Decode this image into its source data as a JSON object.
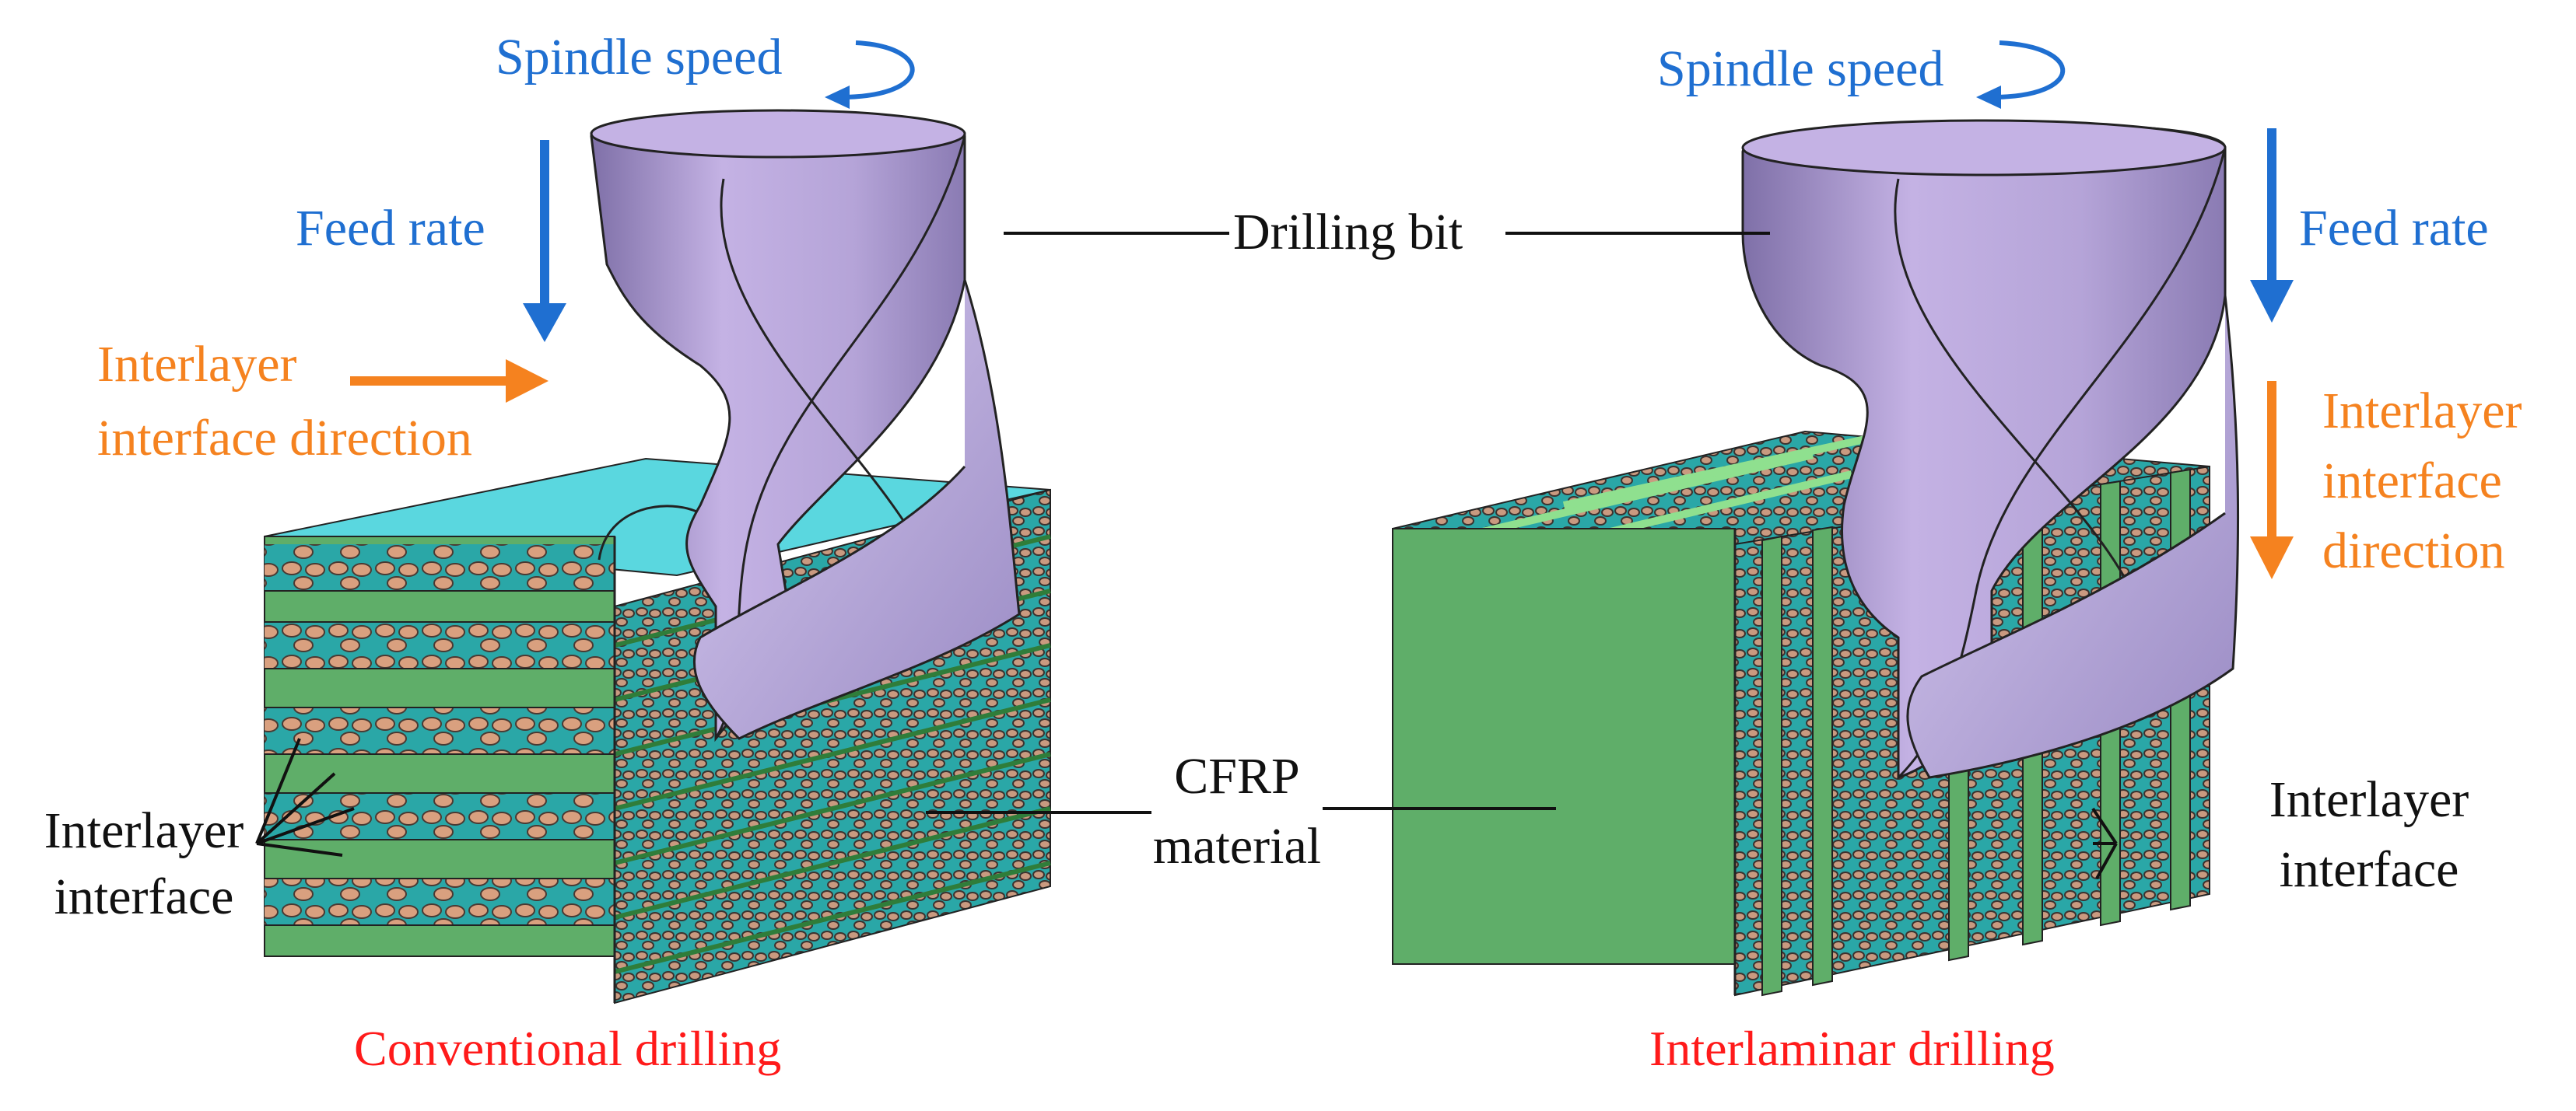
{
  "colors": {
    "blue_arrow": "#1f6fd1",
    "orange_arrow": "#f5821f",
    "caption_red": "#ff1a1a",
    "drill_bit": "#c4b2e4",
    "drill_bit_shadow": "#7f70a8",
    "cfrp_green": "#5fae69",
    "resin_cyan": "#2aa7a7",
    "fiber_tan": "#d9a07f",
    "top_face_cyan": "#5ad7df"
  },
  "left_panel": {
    "spindle_speed": "Spindle speed",
    "feed_rate": "Feed rate",
    "interface_direction": [
      "Interlayer",
      "interface direction"
    ],
    "interlayer_interface": [
      "Interlayer",
      "interface"
    ],
    "caption": "Conventional drilling"
  },
  "right_panel": {
    "spindle_speed": "Spindle speed",
    "feed_rate": "Feed rate",
    "interface_direction": [
      "Interlayer",
      "interface",
      "direction"
    ],
    "interlayer_interface": [
      "Interlayer",
      "interface"
    ],
    "caption": "Interlaminar drilling"
  },
  "shared": {
    "drilling_bit": "Drilling bit",
    "cfrp_material": [
      "CFRP",
      "material"
    ]
  },
  "icons": [
    "rotation-arrow-icon",
    "feed-arrow-icon",
    "interface-direction-arrow-icon",
    "drill-bit-icon",
    "cfrp-block-icon"
  ]
}
